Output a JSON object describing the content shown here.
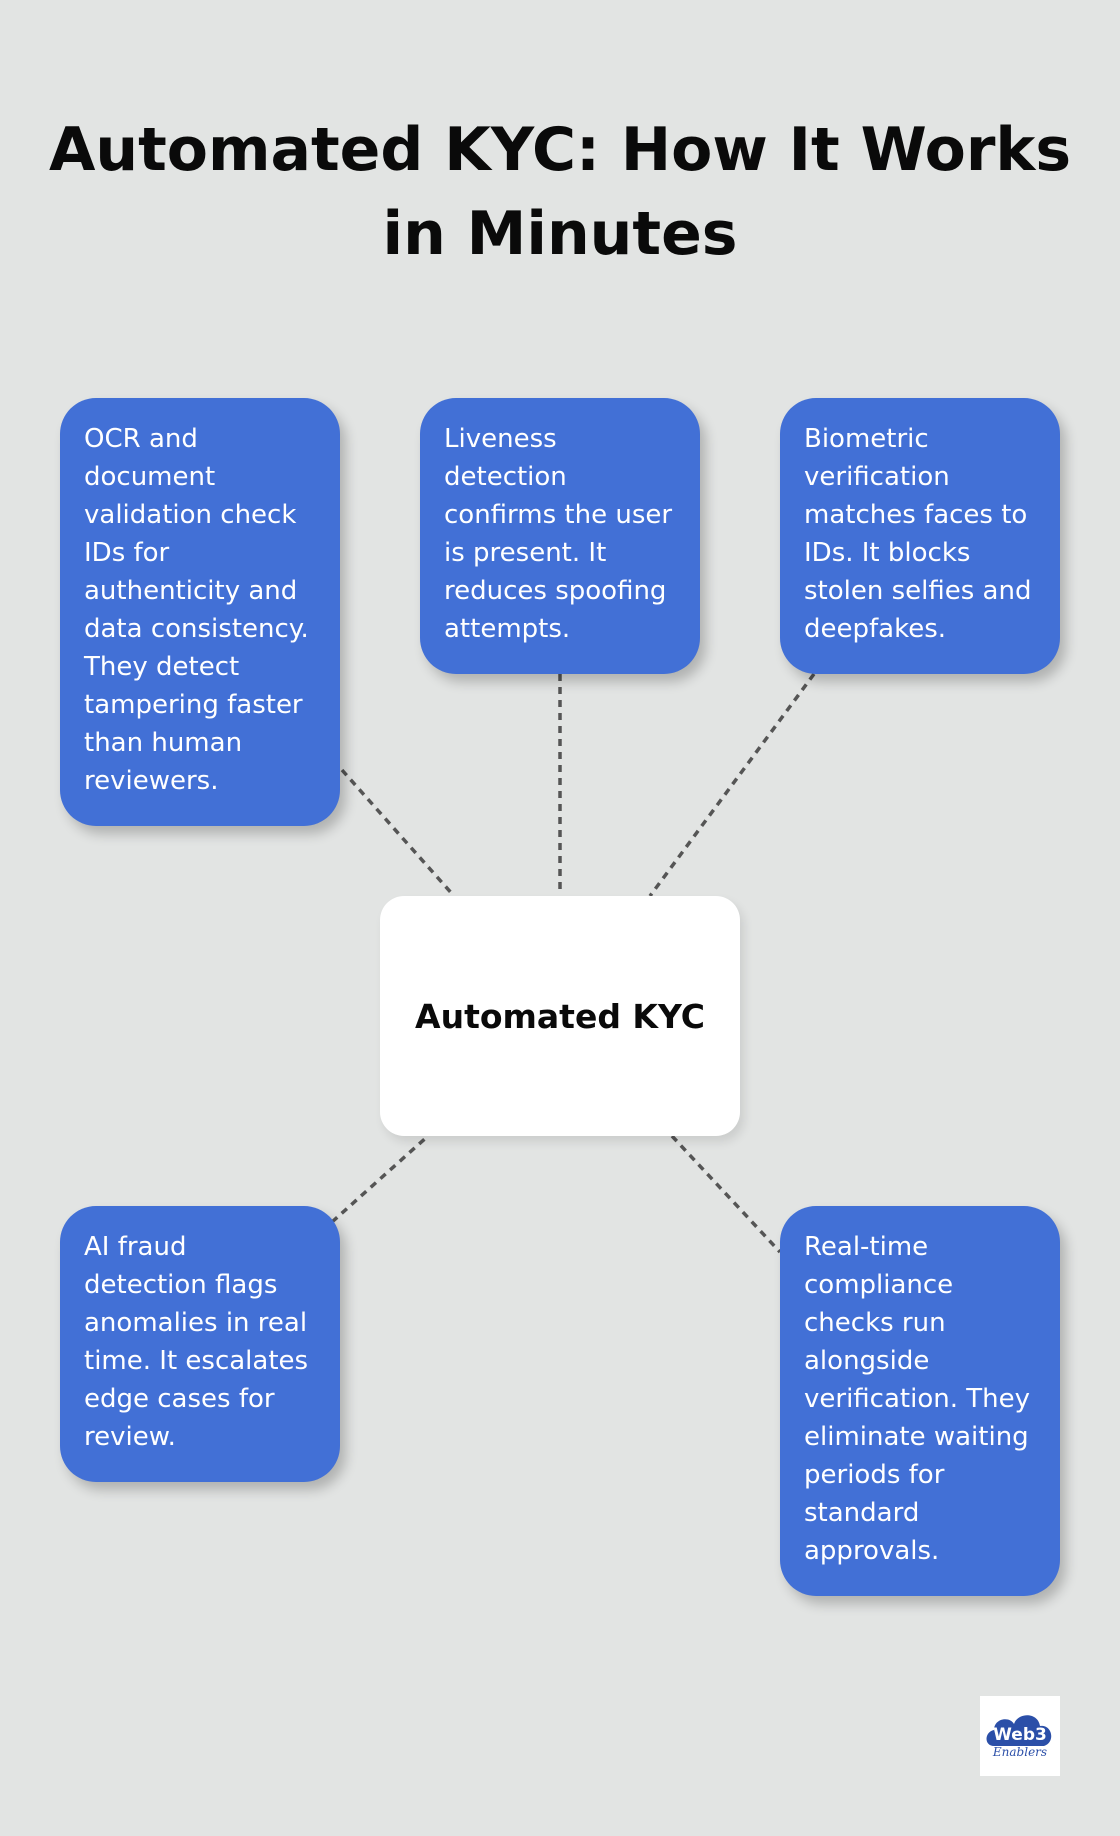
{
  "title": "Automated KYC: How It Works in Minutes",
  "center": {
    "label": "Automated KYC"
  },
  "boxes": [
    {
      "text": "OCR and document validation check IDs for authenticity and data consistency. They detect tampering faster than human reviewers."
    },
    {
      "text": "Liveness detection confirms the user is present. It reduces spoofing attempts."
    },
    {
      "text": "Biometric verification matches faces to IDs. It blocks stolen selfies and deepfakes."
    },
    {
      "text": "AI fraud detection flags anomalies in real time. It escalates edge cases for review."
    },
    {
      "text": "Real-time compliance checks run alongside verification. They eliminate waiting periods for standard approvals."
    }
  ],
  "logo": {
    "text": "Web3",
    "subtext": "Enablers"
  },
  "colors": {
    "background": "#e2e4e3",
    "box": "#4270d6",
    "connector": "#555555",
    "logo_cloud": "#2b4fa8"
  }
}
